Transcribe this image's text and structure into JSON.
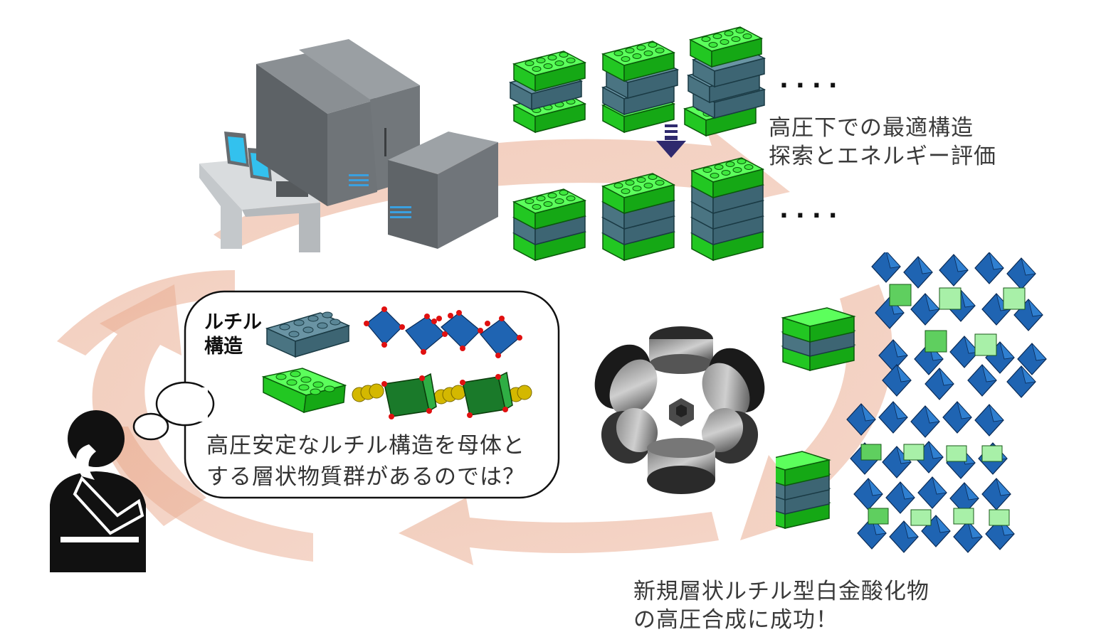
{
  "search_text": {
    "line1": "高圧下での最適構造",
    "line2": "探索とエネルギー評価"
  },
  "synthesis_text": {
    "line1": "新規層状ルチル型白金酸化物",
    "line2": "の高圧合成に成功！"
  },
  "bubble": {
    "label_line1": "ルチル",
    "label_line2": "構造",
    "text_line1": "高圧安定なルチル構造を母体と",
    "text_line2": "する層状物質群があるのでは？"
  },
  "ellipsis_top": "....",
  "ellipsis_mid": "....",
  "colors": {
    "cycle_arrow": "#e8a68c",
    "lego_green": "#33cc33",
    "lego_steel": "#4a7a8a",
    "octahedron_blue": "#1f5fa8",
    "computer_gray": "#555a5e"
  }
}
